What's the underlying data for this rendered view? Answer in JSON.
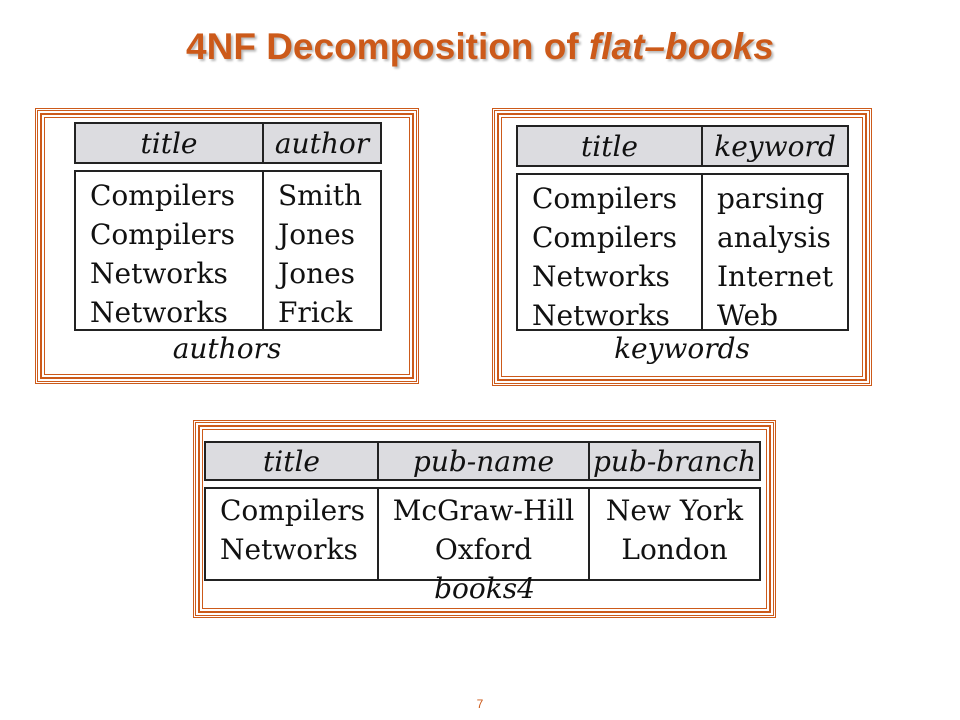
{
  "slide": {
    "title_main": "4NF Decomposition of ",
    "title_italic": "flat–books",
    "page_number": "7"
  },
  "authors": {
    "name": "authors",
    "headers": [
      "title",
      "author"
    ],
    "titles": [
      "Compilers",
      "Compilers",
      "Networks",
      "Networks"
    ],
    "values": [
      "Smith",
      "Jones",
      "Jones",
      "Frick"
    ]
  },
  "keywords": {
    "name": "keywords",
    "headers": [
      "title",
      "keyword"
    ],
    "titles": [
      "Compilers",
      "Compilers",
      "Networks",
      "Networks"
    ],
    "values": [
      "parsing",
      "analysis",
      "Internet",
      "Web"
    ]
  },
  "books4": {
    "name": "books4",
    "headers": [
      "title",
      "pub-name",
      "pub-branch"
    ],
    "titles": [
      "Compilers",
      "Networks"
    ],
    "pub_names": [
      "McGraw-Hill",
      "Oxford"
    ],
    "pub_branches": [
      "New York",
      "London"
    ]
  },
  "colors": {
    "accent": "#cc5a1a",
    "header_fill": "#dcdce0"
  }
}
